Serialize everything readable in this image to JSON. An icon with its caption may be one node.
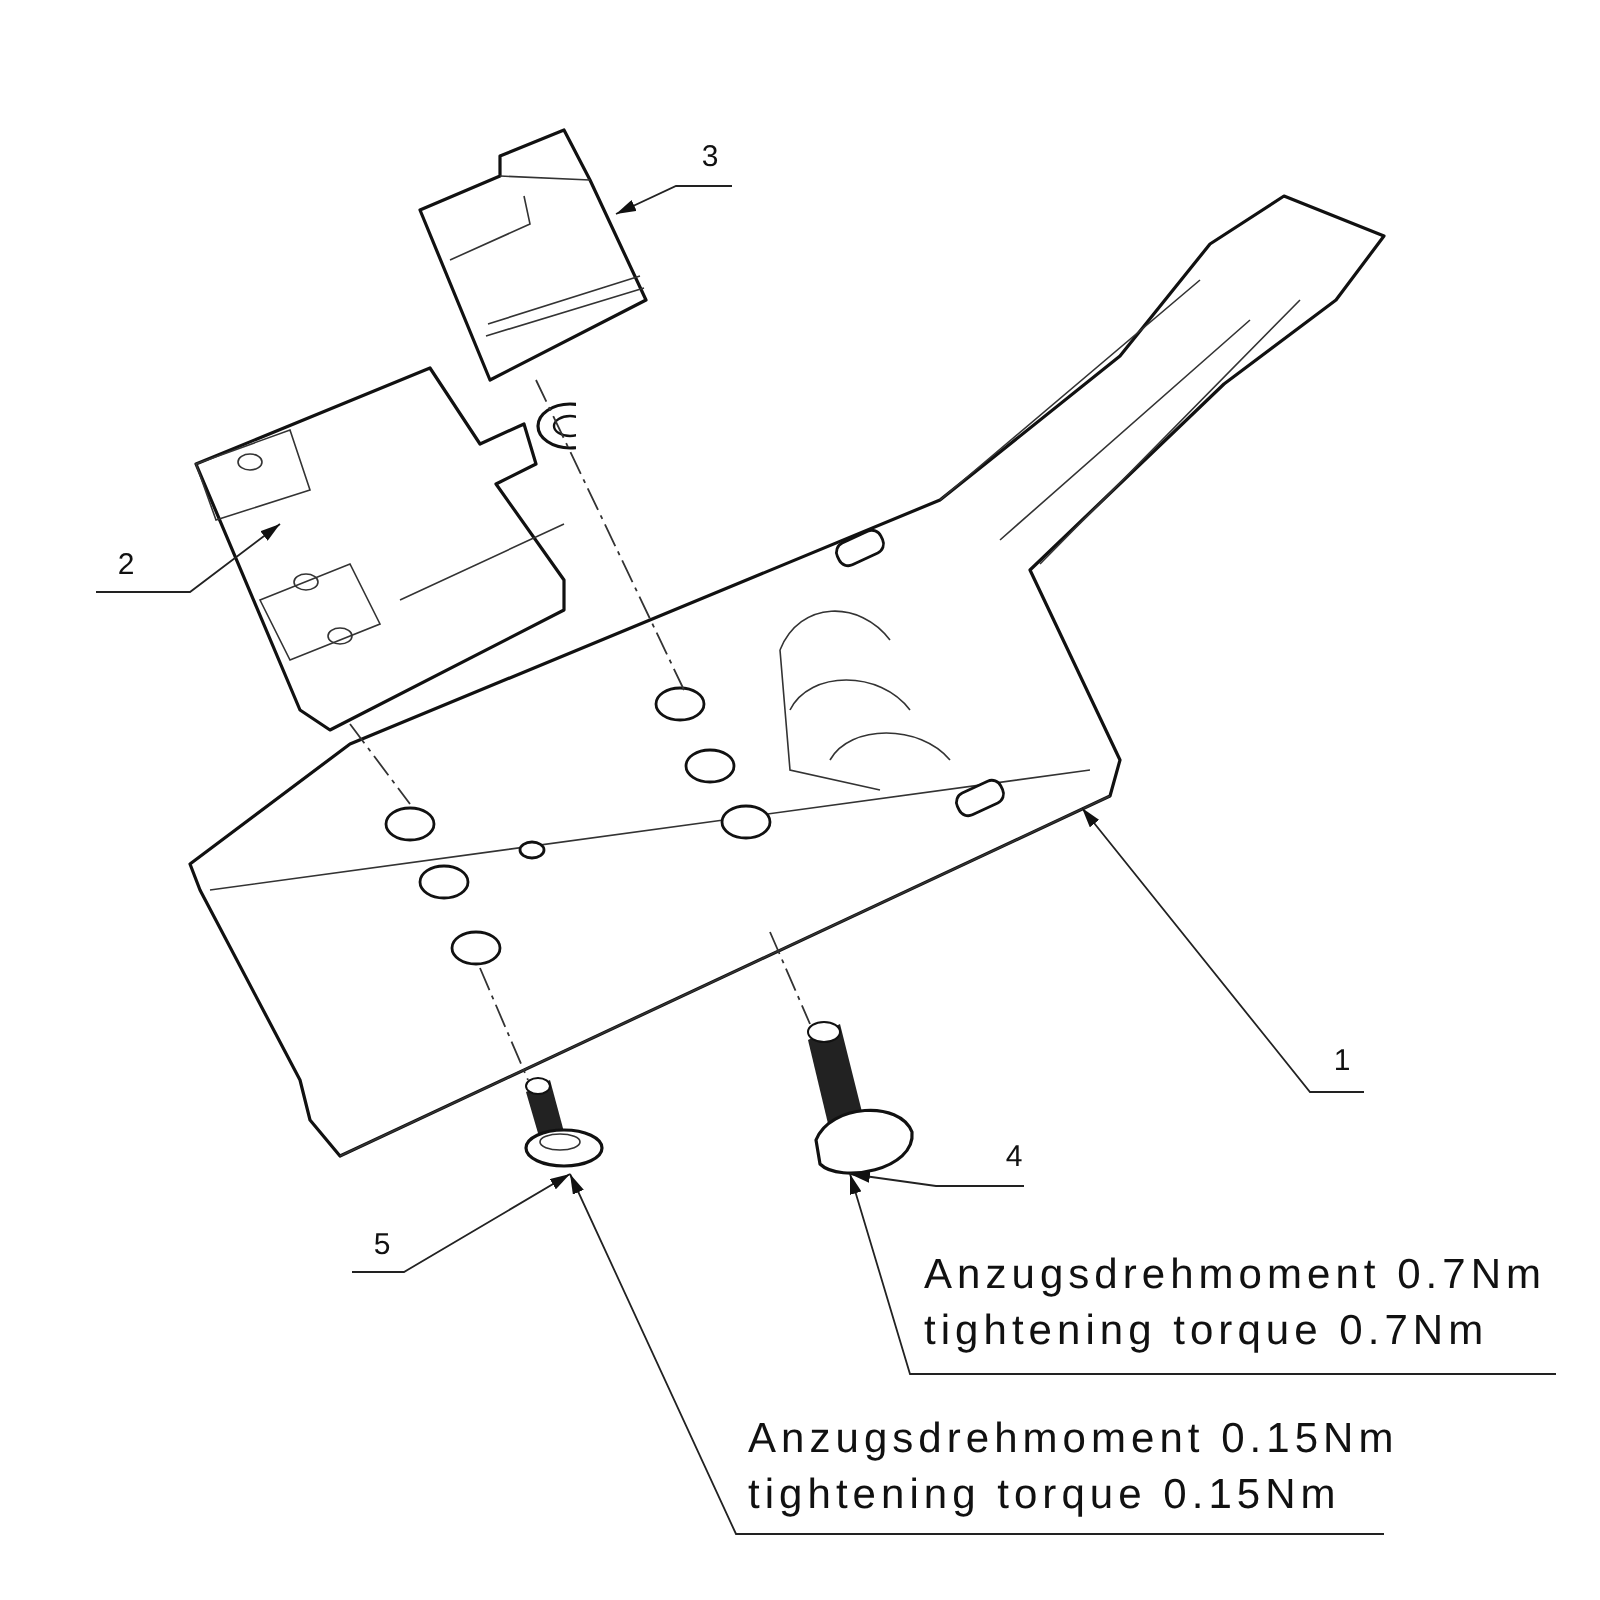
{
  "diagram": {
    "nodes": [
      {
        "text": [
          "1"
        ]
      },
      {
        "text": [
          "2"
        ]
      },
      {
        "text": [
          "3"
        ]
      },
      {
        "text": [
          "4"
        ]
      },
      {
        "text": [
          "5"
        ]
      },
      {
        "text": [
          "Anzugsdrehmoment 0.7Nm",
          "tightening torque 0.7Nm"
        ]
      },
      {
        "text": [
          "Anzugsdrehmoment 0.15Nm",
          "tightening torque 0.15Nm"
        ]
      },
      {
        "text": [],
        "shape": "picture"
      },
      {
        "text": [],
        "shape": "picture"
      },
      {
        "text": [],
        "shape": "picture"
      },
      {
        "text": [],
        "shape": "picture"
      },
      {
        "text": [],
        "shape": "picture"
      }
    ],
    "edges": [
      {
        "from": 0,
        "to": 7,
        "arrow": "to"
      },
      {
        "from": 1,
        "to": 8,
        "arrow": "to"
      },
      {
        "from": 2,
        "to": 9,
        "arrow": "to"
      },
      {
        "from": 3,
        "to": 10,
        "arrow": "to"
      },
      {
        "from": 4,
        "to": 11,
        "arrow": "to"
      },
      {
        "from": 5,
        "to": 10,
        "arrow": "to"
      },
      {
        "from": 6,
        "to": 11,
        "arrow": "to"
      },
      {
        "from": 9,
        "to": 7,
        "arrow": "none",
        "style": "dashed"
      },
      {
        "from": 8,
        "to": 7,
        "arrow": "none",
        "style": "dashed"
      },
      {
        "from": 7,
        "to": 10,
        "arrow": "none",
        "style": "dashed"
      },
      {
        "from": 7,
        "to": 11,
        "arrow": "none",
        "style": "dashed"
      }
    ]
  }
}
